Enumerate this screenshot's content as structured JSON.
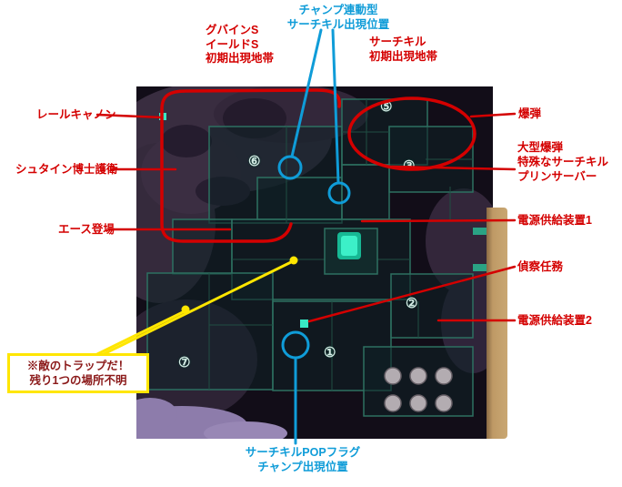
{
  "page": {
    "background": "#ffffff"
  },
  "colors": {
    "annotation_red": "#d40000",
    "annotation_blue": "#0f9cd8",
    "annotation_yellow": "#ffe600",
    "map_background": "#120d18",
    "facility_teal": "#2d7061",
    "glow_teal": "#3cf0c8",
    "terrain_purple": "#392d40",
    "sand_tan": "#bf9a66"
  },
  "annotations": {
    "champ_linked_spawn": "チャンプ連動型\nサーチキル出現位置",
    "gubain_initial_zone": "グバインS\nイールドS\n初期出現地帯",
    "searchkill_initial_zone": "サーチキル\n初期出現地帯",
    "rail_cannon": "レールキャノン",
    "stein_escort": "シュタイン博士護衛",
    "ace_appears": "エース登場",
    "bomb": "爆弾",
    "large_bomb_group": "大型爆弾\n特殊なサーチキル\nプリンサーバー",
    "power_supply_1": "電源供給装置1",
    "recon_mission": "偵察任務",
    "power_supply_2": "電源供給装置2",
    "trap_warning": "※敵のトラップだ！\n残り1つの場所不明",
    "searchkill_pop_flag": "サーチキルPOPフラグ\nチャンプ出現位置"
  },
  "map_markers": {
    "n1": "①",
    "n2": "②",
    "n3": "③",
    "n5": "⑤",
    "n6": "⑥",
    "n7": "⑦"
  }
}
